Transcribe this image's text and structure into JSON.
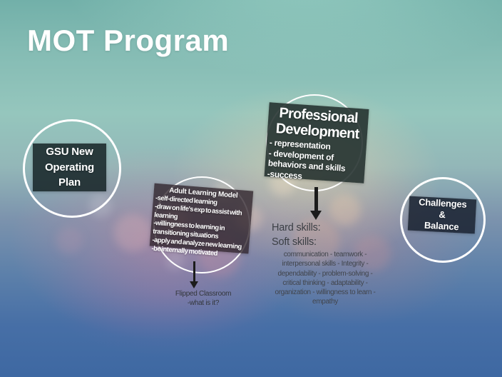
{
  "page": {
    "title": "MOT Program"
  },
  "colors": {
    "gsu-box": "rgba(22,36,38,0.86)",
    "adult-box": "rgba(46,34,42,0.78)",
    "pd-box": "rgba(34,47,44,0.88)",
    "challenges-box": "rgba(25,33,47,0.85)",
    "frame-stroke": "#ffffff",
    "arrow": "#1c1c1c",
    "heading-text": "#3b3f45",
    "body-dark-text": "#41454c"
  },
  "nodes": {
    "gsu_plan": {
      "label": "GSU New\nOperating\nPlan"
    },
    "adult_learning": {
      "title": "Adult Learning Model",
      "bullets": [
        "-self-directed learning",
        "-draw on life's exp to assist with learning",
        "-willingness to learning in transitioning situations",
        "-apply and analyze new learning",
        "-be internally motivated"
      ]
    },
    "flipped_classroom": {
      "caption": "Flipped Classroom\n-what is it?"
    },
    "professional_development": {
      "title": "Professional\nDevelopment",
      "bullets": [
        "- representation",
        "- development of behaviors and skills",
        "-success"
      ]
    },
    "skills": {
      "heading_hard": "Hard skills:",
      "heading_soft": "Soft skills:",
      "list_lines": [
        "communication - teamwork -",
        "interpersonal skills - Integrity -",
        "dependability -  problem-solving -",
        "critical thinking -  adaptability -",
        "organization -  willingness to learn -",
        "empathy"
      ]
    },
    "challenges": {
      "label": "Challenges\n&\nBalance"
    }
  }
}
